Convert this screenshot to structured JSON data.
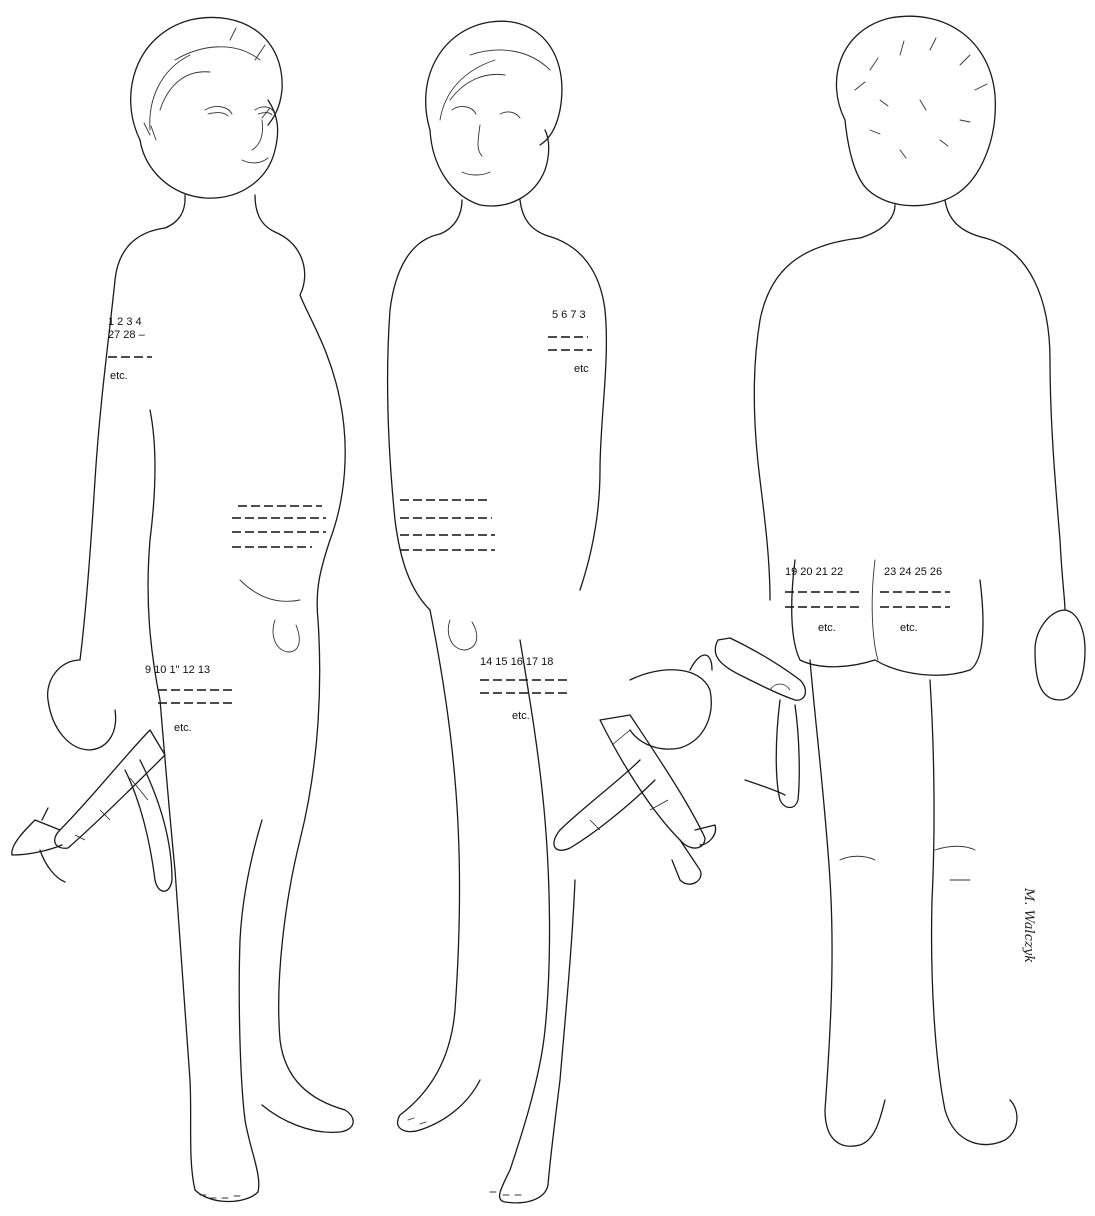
{
  "figures": [
    {
      "id": "front-left",
      "arm_labels": {
        "line1": "1 2 3 4",
        "line2": "27 28 –",
        "etc": "etc."
      },
      "thigh_labels": {
        "line1": "9  10 1\"  12 13",
        "etc": "etc."
      }
    },
    {
      "id": "front-right",
      "arm_labels": {
        "line1": "5 6 7 3",
        "etc": "etc"
      },
      "thigh_labels": {
        "line1": "14 15 16 17 18",
        "etc": "etc."
      }
    },
    {
      "id": "back",
      "buttock_left_labels": {
        "line1": "19 20 21 22",
        "etc": "etc."
      },
      "buttock_right_labels": {
        "line1": "23 24 25 26",
        "etc": "etc."
      }
    }
  ],
  "signature": "M. Walczyk",
  "icons": [
    "toy-airplane-icon",
    "child-figure-front",
    "child-figure-back"
  ]
}
